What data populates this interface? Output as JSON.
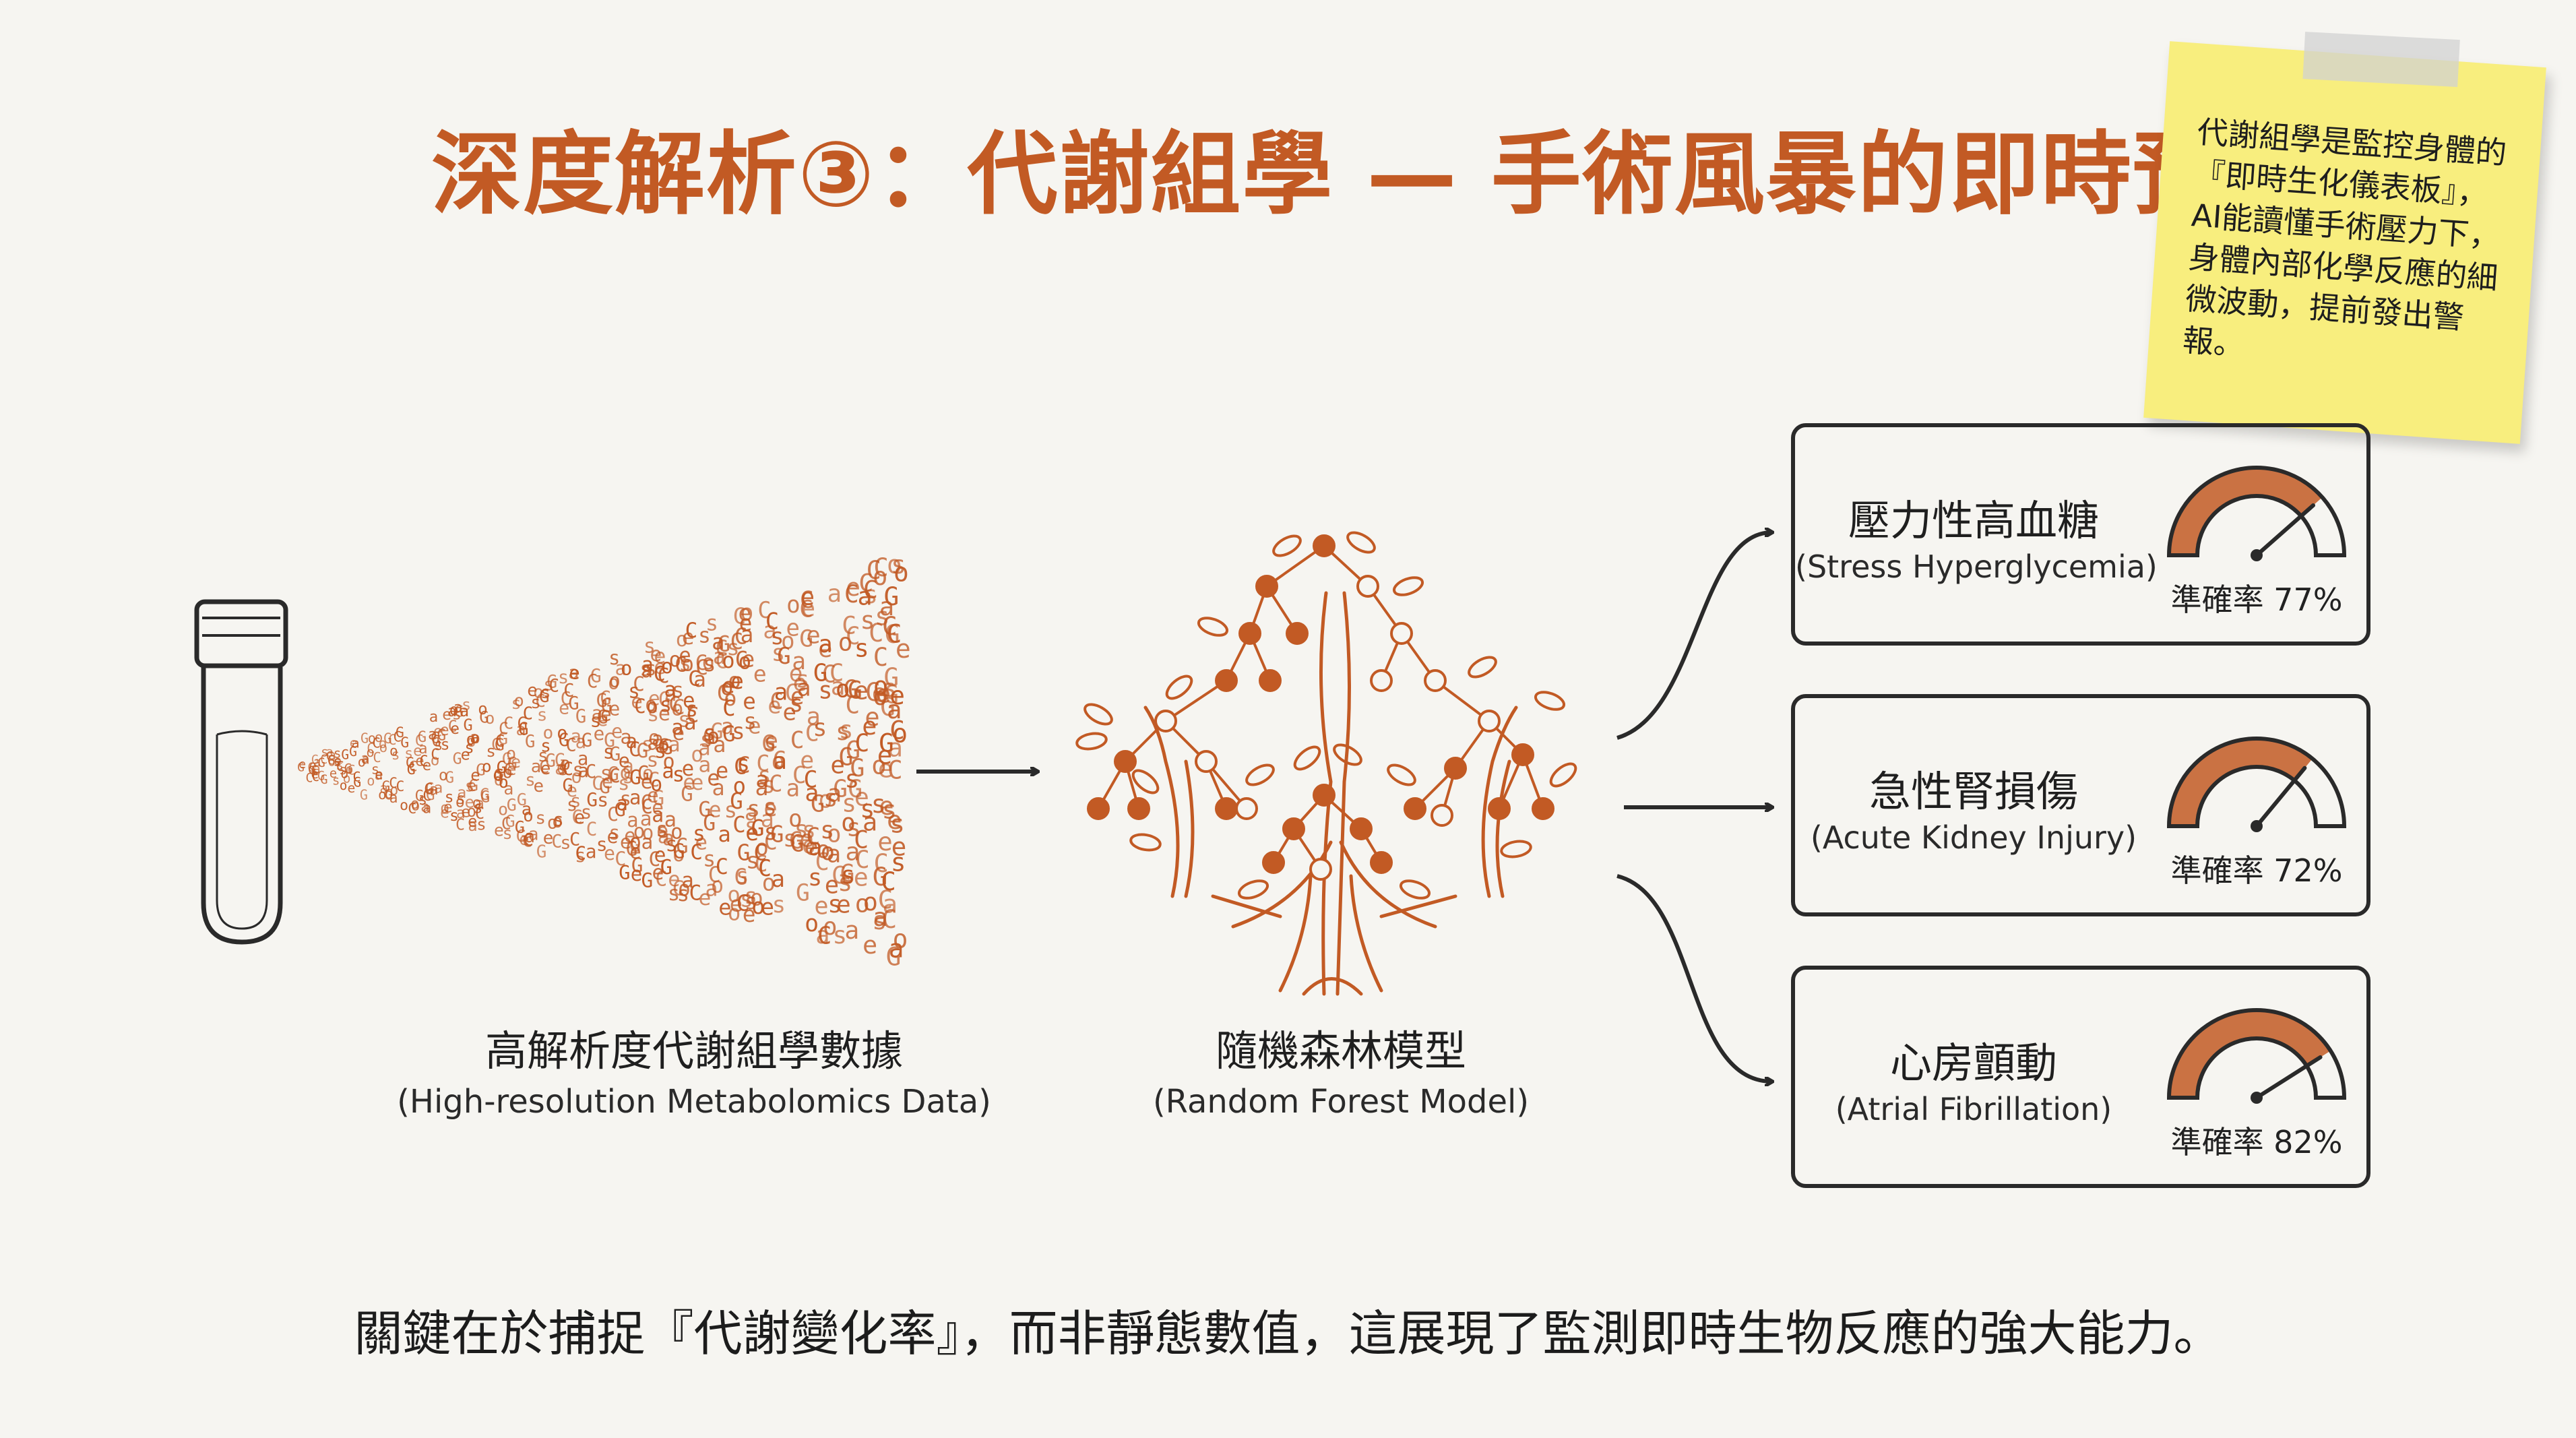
{
  "title": "深度解析③：代謝組學 — 手術風暴的即時預警",
  "sticky_note": {
    "text": "代謝組學是監控身體的『即時生化儀表板』，AI能讀懂手術壓力下，身體內部化學反應的細微波動，提前發出警報。"
  },
  "pipeline": {
    "data_label": "高解析度代謝組學數據",
    "data_label_en": "(High-resolution Metabolomics Data)",
    "model_label": "隨機森林模型",
    "model_label_en": "(Random Forest Model)",
    "spray_glyphs": [
      "G",
      "C",
      "e",
      "o",
      "s",
      "a"
    ]
  },
  "outcomes": [
    {
      "name": "壓力性高血糖",
      "name_en": "(Stress Hyperglycemia)",
      "accuracy_label": "準確率 77%",
      "accuracy": 77
    },
    {
      "name": "急性腎損傷",
      "name_en": "(Acute Kidney Injury)",
      "accuracy_label": "準確率 72%",
      "accuracy": 72
    },
    {
      "name": "心房顫動",
      "name_en": "(Atrial Fibrillation)",
      "accuracy_label": "準確率 82%",
      "accuracy": 82
    }
  ],
  "footer": "關鍵在於捕捉『代謝變化率』，而非靜態數值，這展現了監測即時生物反應的強大能力。",
  "colors": {
    "accent": "#c25a24",
    "ink": "#2a2a2a",
    "note": "#f8ee7e",
    "background": "#f6f5f1"
  }
}
